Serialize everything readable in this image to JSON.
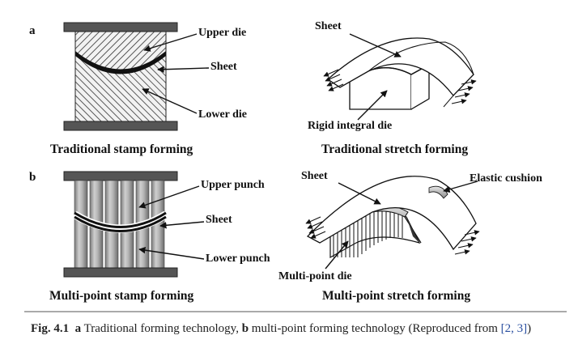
{
  "panels": {
    "a": {
      "letter": "a",
      "stamp_title": "Traditional stamp forming",
      "stretch_title": "Traditional stretch forming",
      "stamp_labels": {
        "upper_die": "Upper die",
        "sheet": "Sheet",
        "lower_die": "Lower die"
      },
      "stretch_labels": {
        "sheet": "Sheet",
        "die": "Rigid integral die"
      }
    },
    "b": {
      "letter": "b",
      "stamp_title": "Multi-point stamp forming",
      "stretch_title": "Multi-point stretch forming",
      "stamp_labels": {
        "upper_punch": "Upper punch",
        "sheet": "Sheet",
        "lower_punch": "Lower punch"
      },
      "stretch_labels": {
        "sheet": "Sheet",
        "cushion": "Elastic cushion",
        "die": "Multi-point die"
      }
    }
  },
  "caption": {
    "fig_number": "Fig. 4.1",
    "a_letter": "a",
    "a_text": " Traditional forming technology, ",
    "b_letter": "b",
    "b_text": " multi-point forming technology (Reproduced from ",
    "refs": "[2, 3]",
    "close": ")"
  }
}
